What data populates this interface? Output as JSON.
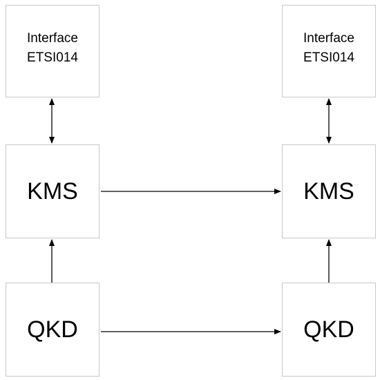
{
  "left_stack": {
    "interface_line1": "Interface",
    "interface_line2": "ETSI014",
    "kms_label": "KMS",
    "qkd_label": "QKD"
  },
  "right_stack": {
    "interface_line1": "Interface",
    "interface_line2": "ETSI014",
    "kms_label": "KMS",
    "qkd_label": "QKD"
  },
  "colors": {
    "box_border": "#c8c8c8",
    "arrow": "#000000",
    "background": "#ffffff"
  }
}
